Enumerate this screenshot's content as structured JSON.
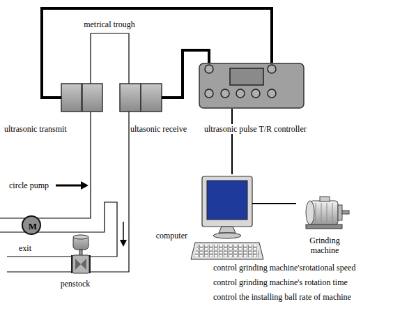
{
  "diagram": {
    "nodes": [
      {
        "text": [
          "metrical trough"
        ]
      },
      {
        "text": [
          "ultrasonic transmit"
        ]
      },
      {
        "text": [
          "ultasonic receive"
        ]
      },
      {
        "text": [
          "ultrasonic pulse T/R controller"
        ]
      },
      {
        "text": [
          "computer"
        ]
      },
      {
        "text": [
          "Grinding machine"
        ]
      },
      {
        "text": [
          "M",
          "circle pump"
        ]
      },
      {
        "text": [
          "penstock"
        ]
      }
    ],
    "edges": [
      {
        "from": 1,
        "to": 3,
        "arrow": "none"
      },
      {
        "from": 2,
        "to": 3,
        "arrow": "none"
      },
      {
        "from": 3,
        "to": 4,
        "arrow": "none"
      },
      {
        "from": 4,
        "to": 5,
        "arrow": "none"
      }
    ],
    "labels": [
      "exit",
      "control grinding machine'srotational speed",
      "control grinding machine's rotation time",
      "control the installing ball rate of machine"
    ]
  }
}
